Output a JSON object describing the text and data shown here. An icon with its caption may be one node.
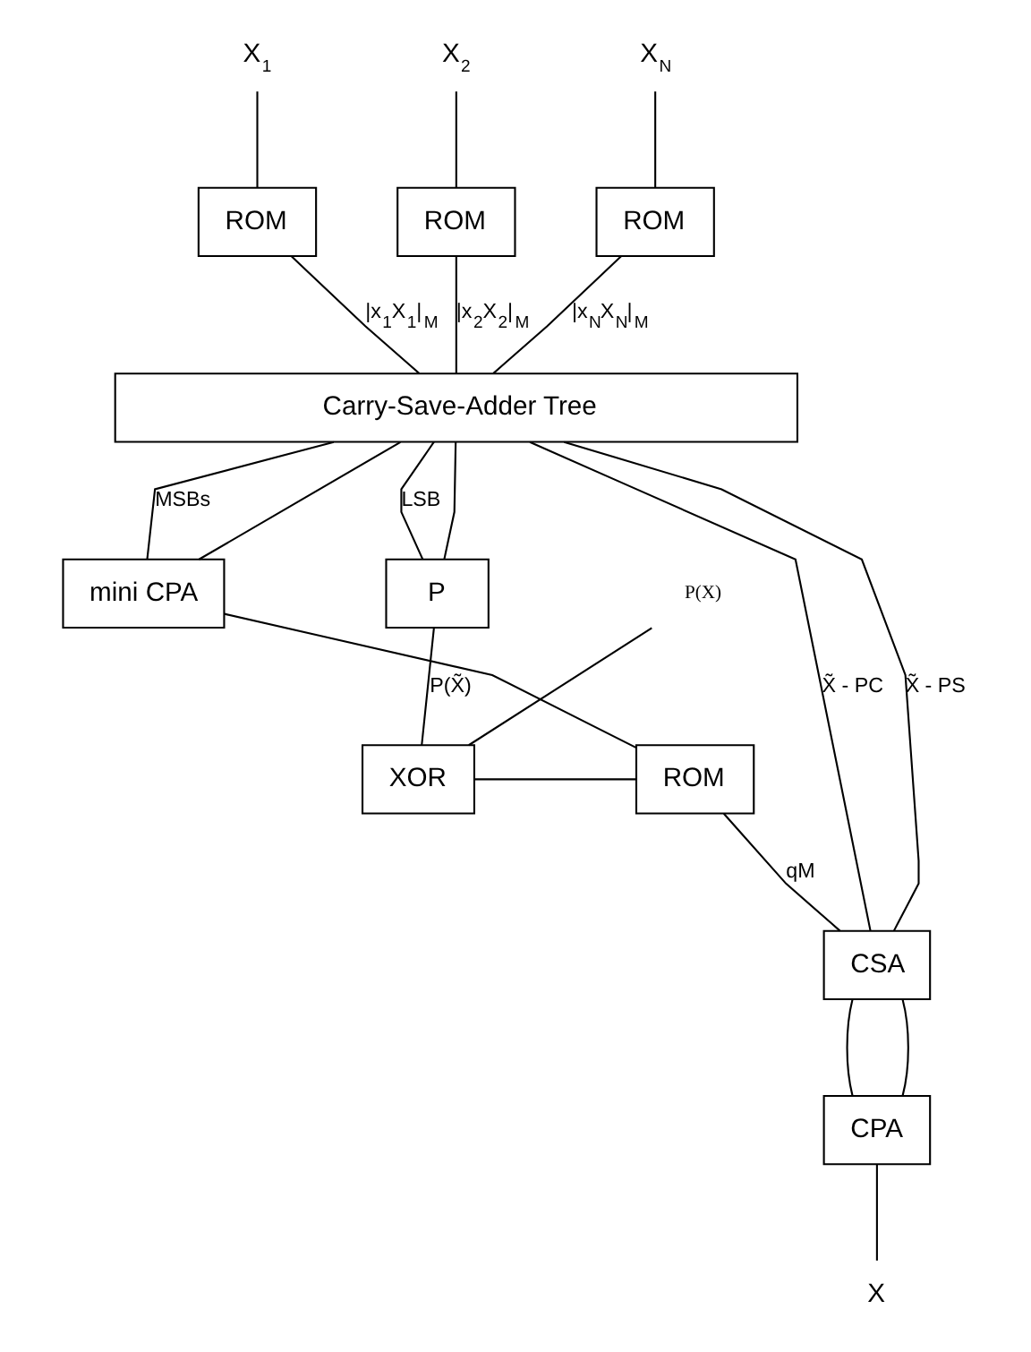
{
  "diagram": {
    "nodes": [
      {
        "text": [
          "X$_{1}$"
        ]
      },
      {
        "text": [
          "X$_{2}$"
        ]
      },
      {
        "text": [
          "X$_{N}$"
        ]
      },
      {
        "text": [
          "ROM"
        ]
      },
      {
        "text": [
          "ROM"
        ]
      },
      {
        "text": [
          "ROM"
        ]
      },
      {
        "text": [
          "Carry-Save-Adder Tree"
        ]
      },
      {
        "text": [
          "mini CPA"
        ]
      },
      {
        "text": [
          "ROM"
        ]
      },
      {
        "text": [
          "P"
        ]
      },
      {
        "text": [
          "P(X)"
        ]
      },
      {
        "text": [
          "XOR"
        ]
      },
      {
        "text": [
          "CSA"
        ]
      },
      {
        "text": [
          "CPA"
        ]
      },
      {
        "text": [
          "X"
        ]
      }
    ],
    "edges": [
      {
        "from": 0,
        "to": 3,
        "arrow": "none"
      },
      {
        "from": 1,
        "to": 4,
        "arrow": "none"
      },
      {
        "from": 2,
        "to": 5,
        "arrow": "none"
      },
      {
        "from": 3,
        "to": 6,
        "arrow": "none",
        "label": "|x$_{1}$X$_{1}$|$_{M}$"
      },
      {
        "from": 4,
        "to": 6,
        "arrow": "none",
        "label": "|x$_{2}$X$_{2}$|$_{M}$"
      },
      {
        "from": 5,
        "to": 6,
        "arrow": "none",
        "label": "|x$_{N}$X$_{N}$|$_{M}$"
      },
      {
        "from": 6,
        "to": 7,
        "arrow": "none",
        "label": "MSBs"
      },
      {
        "from": 6,
        "to": 7,
        "arrow": "none"
      },
      {
        "from": 6,
        "to": 9,
        "arrow": "none",
        "label": "LSB"
      },
      {
        "from": 6,
        "to": 9,
        "arrow": "none"
      },
      {
        "from": 7,
        "to": 8,
        "arrow": "none"
      },
      {
        "from": 9,
        "to": 11,
        "arrow": "none",
        "label": "P(X̃)"
      },
      {
        "from": 10,
        "to": 11,
        "arrow": "none"
      },
      {
        "from": 11,
        "to": 8,
        "arrow": "none"
      },
      {
        "from": 6,
        "to": 12,
        "arrow": "none",
        "label": "X̃ - PC"
      },
      {
        "from": 6,
        "to": 12,
        "arrow": "none",
        "label": "X̃ - PS"
      },
      {
        "from": 8,
        "to": 12,
        "arrow": "none",
        "label": "qM"
      },
      {
        "from": 12,
        "to": 13,
        "arrow": "none"
      },
      {
        "from": 12,
        "to": 13,
        "arrow": "none"
      },
      {
        "from": 13,
        "to": 14,
        "arrow": "none"
      }
    ]
  }
}
